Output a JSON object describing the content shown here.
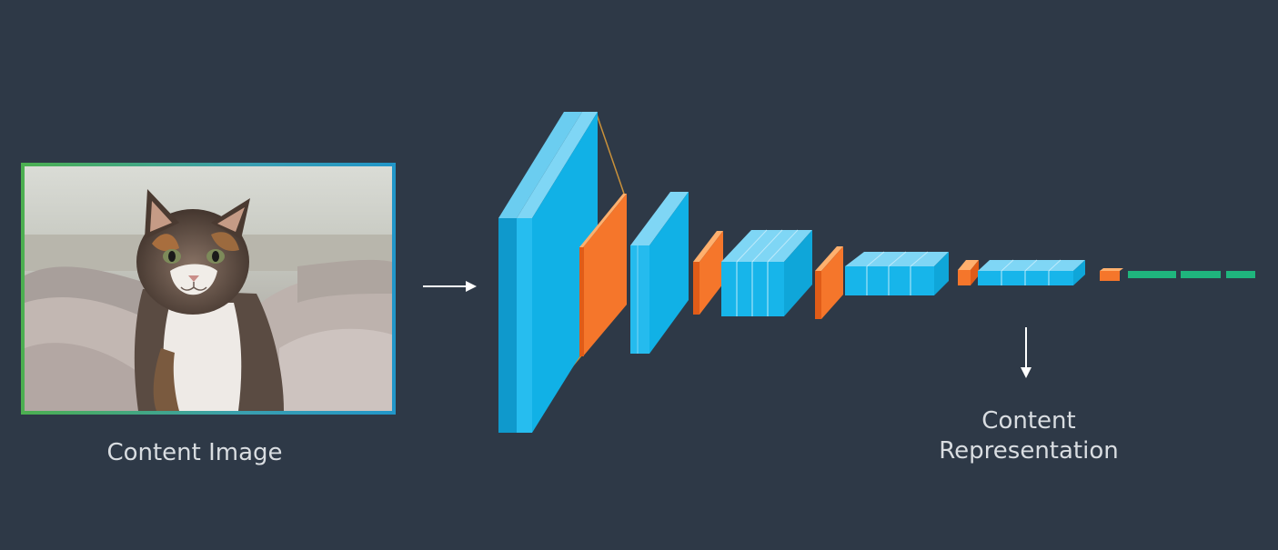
{
  "content_image_caption": "Content Image",
  "content_representation_caption_line1": "Content",
  "content_representation_caption_line2": "Representation",
  "colors": {
    "background": "#2e3947",
    "conv_layer": "#12b3e8",
    "pool_layer": "#f5762b",
    "dense_layer": "#1fb57d",
    "arrow": "#ffffff"
  },
  "icons": {
    "photo": "cat-photo",
    "flow_arrow": "arrow-right-icon",
    "output_arrow": "arrow-down-icon"
  }
}
